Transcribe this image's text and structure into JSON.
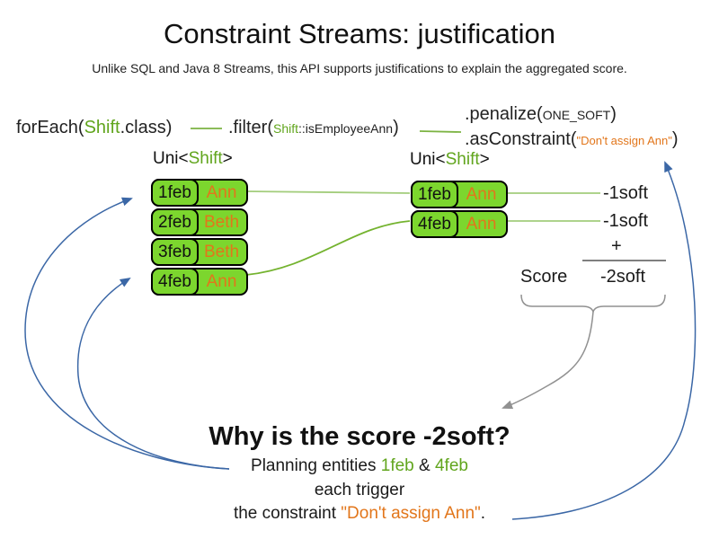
{
  "title": "Constraint Streams: justification",
  "subtitle": "Unlike SQL and Java 8 Streams, this API supports justifications to explain the aggregated score.",
  "colors": {
    "entity_box_green": "#7cd62e",
    "type_token_green": "#61a51d",
    "connector_green": "#a3cd7c",
    "value_orange": "#e2761b",
    "arrow_blue": "#3b67a6",
    "brace_gray": "#919191"
  },
  "code": {
    "foreach": {
      "pre": "forEach(",
      "class_token": "Shift",
      "post": ".class)"
    },
    "filter": {
      "pre": ".filter(",
      "arg_class": "Shift",
      "arg_rest": "::isEmployeeAnn",
      "post": ")"
    },
    "penalize": {
      "pre": ".penalize(",
      "arg": "ONE_SOFT",
      "post": ")"
    },
    "asconstraint": {
      "pre": ".asConstraint(",
      "arg": "\"Don't assign Ann\"",
      "post": ")"
    }
  },
  "left_stream": {
    "type_label": {
      "pre": "Uni<",
      "token": "Shift",
      "post": ">"
    },
    "rows": [
      {
        "date": "1feb",
        "name": "Ann"
      },
      {
        "date": "2feb",
        "name": "Beth"
      },
      {
        "date": "3feb",
        "name": "Beth"
      },
      {
        "date": "4feb",
        "name": "Ann"
      }
    ]
  },
  "right_stream": {
    "type_label": {
      "pre": "Uni<",
      "token": "Shift",
      "post": ">"
    },
    "rows": [
      {
        "date": "1feb",
        "name": "Ann"
      },
      {
        "date": "4feb",
        "name": "Ann"
      }
    ]
  },
  "scores": {
    "penalty1": "-1soft",
    "penalty2": "-1soft",
    "plus": "+",
    "score_label": "Score",
    "total": "-2soft"
  },
  "explanation": {
    "heading": "Why is the score -2soft?",
    "line1_pre": "Planning entities ",
    "line1_entity1": "1feb",
    "line1_mid": " & ",
    "line1_entity2": "4feb",
    "line2": "each trigger",
    "line3_pre": "the constraint ",
    "line3_constraint": "\"Don't assign Ann\"",
    "line3_post": "."
  }
}
